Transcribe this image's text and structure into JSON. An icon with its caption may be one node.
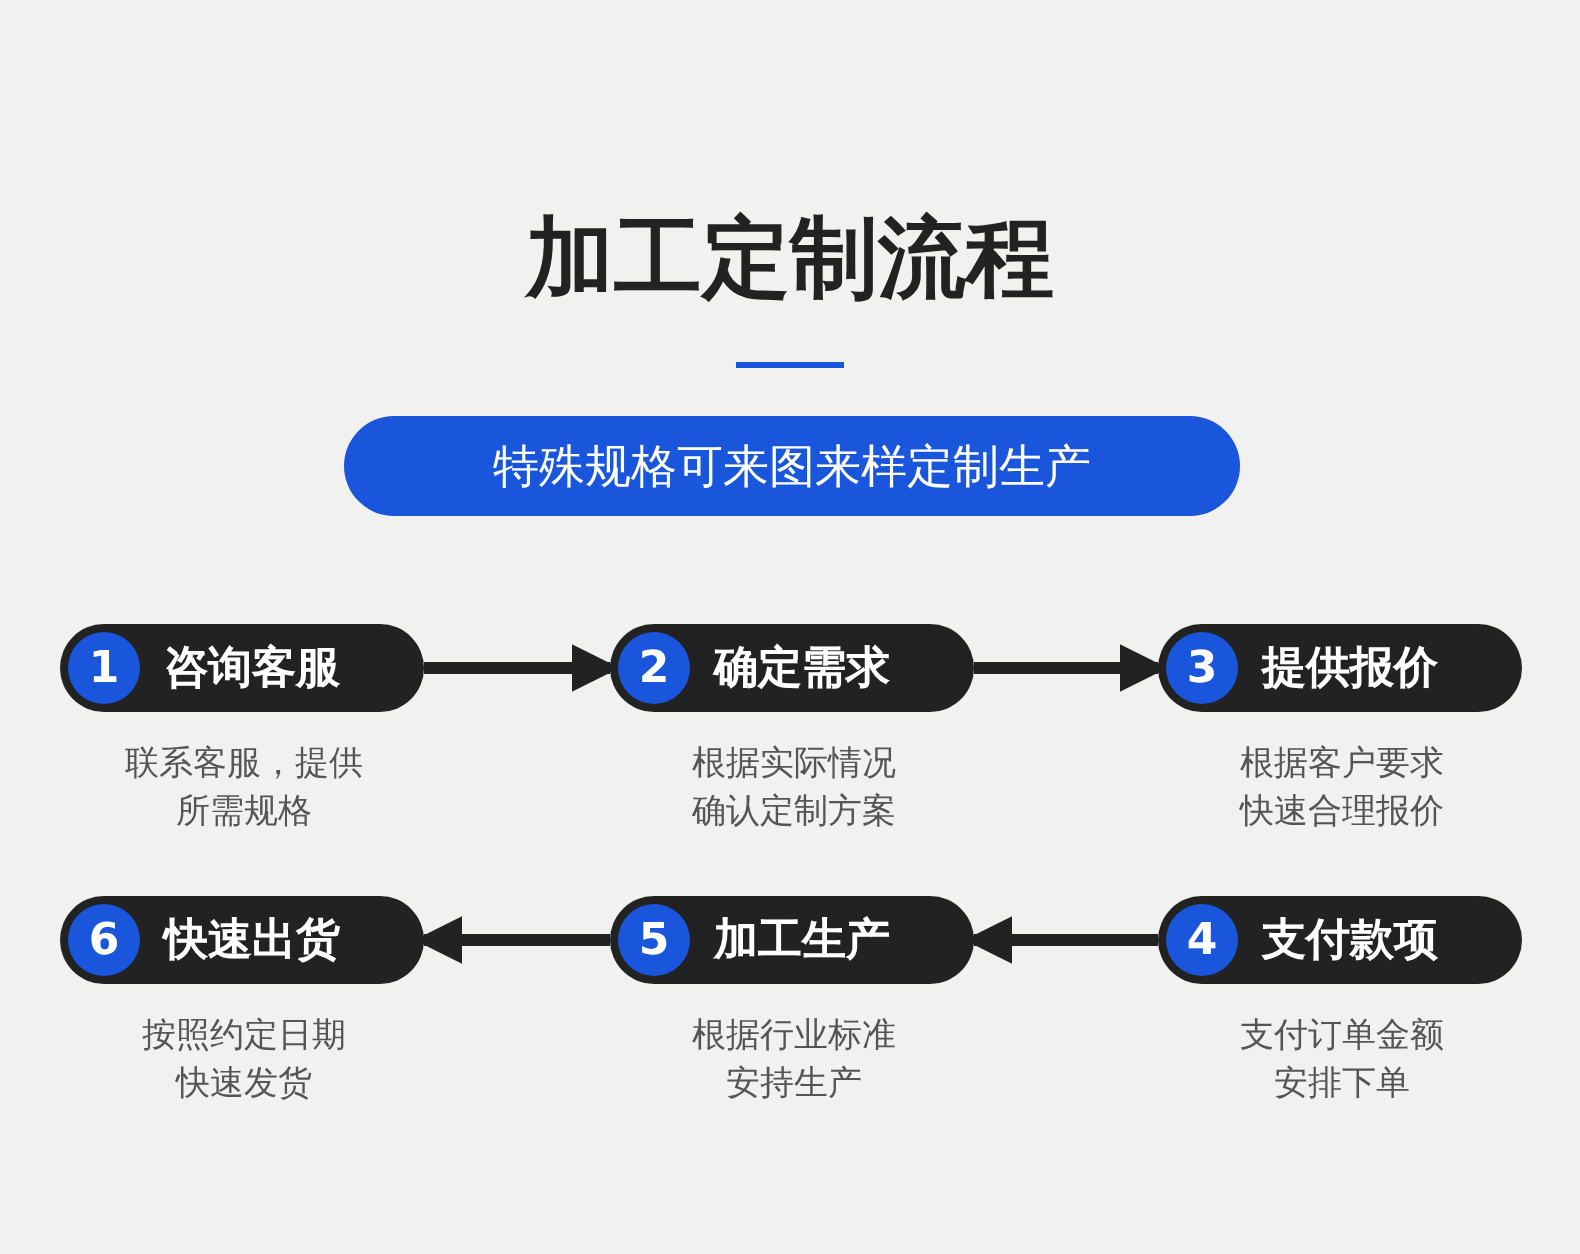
{
  "diagram": {
    "title": "加工定制流程",
    "nodes": [
      {
        "text": [
          "特殊规格可来图来样定制生产"
        ]
      },
      {
        "text": [
          "1",
          "咨询客服"
        ],
        "beside": [
          "联系客服，提供所需规格"
        ]
      },
      {
        "text": [
          "2",
          "确定需求"
        ],
        "beside": [
          "根据实际情况确认定制方案"
        ]
      },
      {
        "text": [
          "3",
          "提供报价"
        ],
        "beside": [
          "根据客户要求快速合理报价"
        ]
      },
      {
        "text": [
          "6",
          "快速出货"
        ],
        "beside": [
          "按照约定日期快速发货"
        ]
      },
      {
        "text": [
          "5",
          "加工生产"
        ],
        "beside": [
          "根据行业标准安持生产"
        ]
      },
      {
        "text": [
          "4",
          "支付款项"
        ],
        "beside": [
          "支付订单金额安排下单"
        ]
      }
    ],
    "edges": [
      {
        "from": 1,
        "to": 2,
        "arrow": "to"
      },
      {
        "from": 2,
        "to": 3,
        "arrow": "to"
      },
      {
        "from": 6,
        "to": 5,
        "arrow": "to"
      },
      {
        "from": 5,
        "to": 4,
        "arrow": "to"
      }
    ]
  }
}
